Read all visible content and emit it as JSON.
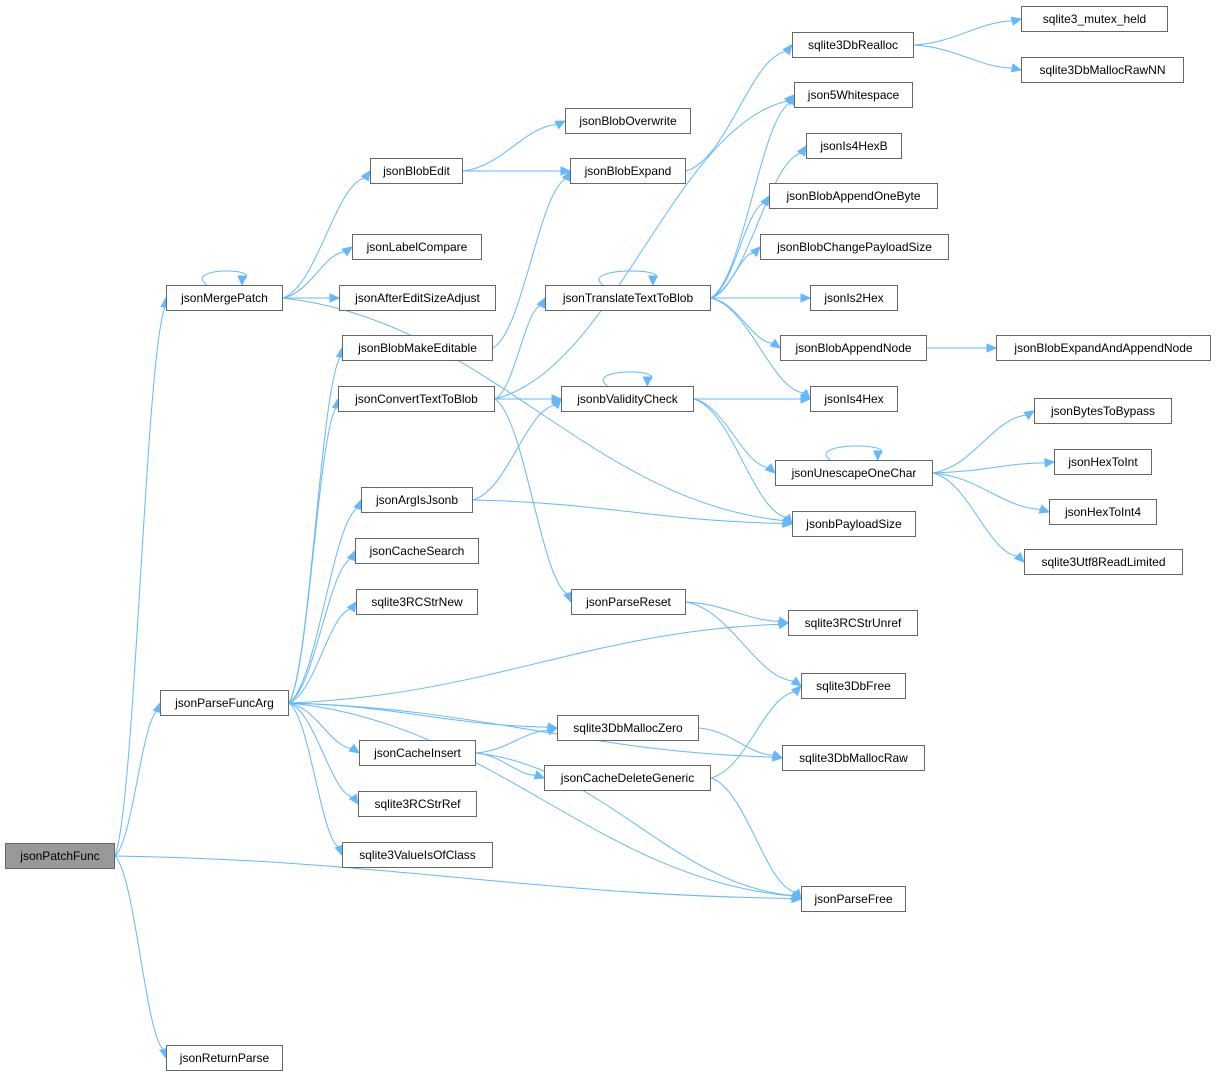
{
  "graph": {
    "root": "jsonPatchFunc",
    "edge_color": "#63b8ff",
    "root_fill": "#999999",
    "node_fill": "#ffffff",
    "node_border": "#666666",
    "nodes": [
      {
        "id": "jsonPatchFunc",
        "label": "jsonPatchFunc"
      },
      {
        "id": "jsonMergePatch",
        "label": "jsonMergePatch"
      },
      {
        "id": "jsonParseFuncArg",
        "label": "jsonParseFuncArg"
      },
      {
        "id": "jsonReturnParse",
        "label": "jsonReturnParse"
      },
      {
        "id": "jsonBlobEdit",
        "label": "jsonBlobEdit"
      },
      {
        "id": "jsonLabelCompare",
        "label": "jsonLabelCompare"
      },
      {
        "id": "jsonAfterEditSizeAdjust",
        "label": "jsonAfterEditSizeAdjust"
      },
      {
        "id": "jsonBlobMakeEditable",
        "label": "jsonBlobMakeEditable"
      },
      {
        "id": "jsonConvertTextToBlob",
        "label": "jsonConvertTextToBlob"
      },
      {
        "id": "jsonArgIsJsonb",
        "label": "jsonArgIsJsonb"
      },
      {
        "id": "jsonCacheSearch",
        "label": "jsonCacheSearch"
      },
      {
        "id": "sqlite3RCStrNew",
        "label": "sqlite3RCStrNew"
      },
      {
        "id": "jsonCacheInsert",
        "label": "jsonCacheInsert"
      },
      {
        "id": "sqlite3RCStrRef",
        "label": "sqlite3RCStrRef"
      },
      {
        "id": "sqlite3ValueIsOfClass",
        "label": "sqlite3ValueIsOfClass"
      },
      {
        "id": "jsonBlobOverwrite",
        "label": "jsonBlobOverwrite"
      },
      {
        "id": "jsonBlobExpand",
        "label": "jsonBlobExpand"
      },
      {
        "id": "jsonTranslateTextToBlob",
        "label": "jsonTranslateTextToBlob"
      },
      {
        "id": "jsonbValidityCheck",
        "label": "jsonbValidityCheck"
      },
      {
        "id": "jsonParseReset",
        "label": "jsonParseReset"
      },
      {
        "id": "sqlite3DbMallocZero",
        "label": "sqlite3DbMallocZero"
      },
      {
        "id": "jsonCacheDeleteGeneric",
        "label": "jsonCacheDeleteGeneric"
      },
      {
        "id": "sqlite3DbRealloc",
        "label": "sqlite3DbRealloc"
      },
      {
        "id": "json5Whitespace",
        "label": "json5Whitespace"
      },
      {
        "id": "jsonIs4HexB",
        "label": "jsonIs4HexB"
      },
      {
        "id": "jsonBlobAppendOneByte",
        "label": "jsonBlobAppendOneByte"
      },
      {
        "id": "jsonBlobChangePayloadSize",
        "label": "jsonBlobChangePayloadSize"
      },
      {
        "id": "jsonIs2Hex",
        "label": "jsonIs2Hex"
      },
      {
        "id": "jsonBlobAppendNode",
        "label": "jsonBlobAppendNode"
      },
      {
        "id": "jsonIs4Hex",
        "label": "jsonIs4Hex"
      },
      {
        "id": "jsonUnescapeOneChar",
        "label": "jsonUnescapeOneChar"
      },
      {
        "id": "jsonbPayloadSize",
        "label": "jsonbPayloadSize"
      },
      {
        "id": "sqlite3RCStrUnref",
        "label": "sqlite3RCStrUnref"
      },
      {
        "id": "sqlite3DbFree",
        "label": "sqlite3DbFree"
      },
      {
        "id": "sqlite3DbMallocRaw",
        "label": "sqlite3DbMallocRaw"
      },
      {
        "id": "jsonParseFree",
        "label": "jsonParseFree"
      },
      {
        "id": "sqlite3_mutex_held",
        "label": "sqlite3_mutex_held"
      },
      {
        "id": "sqlite3DbMallocRawNN",
        "label": "sqlite3DbMallocRawNN"
      },
      {
        "id": "jsonBlobExpandAndAppendNode",
        "label": "jsonBlobExpandAndAppendNode"
      },
      {
        "id": "jsonBytesToBypass",
        "label": "jsonBytesToBypass"
      },
      {
        "id": "jsonHexToInt",
        "label": "jsonHexToInt"
      },
      {
        "id": "jsonHexToInt4",
        "label": "jsonHexToInt4"
      },
      {
        "id": "sqlite3Utf8ReadLimited",
        "label": "sqlite3Utf8ReadLimited"
      }
    ],
    "edges": [
      [
        "jsonPatchFunc",
        "jsonMergePatch"
      ],
      [
        "jsonPatchFunc",
        "jsonParseFuncArg"
      ],
      [
        "jsonPatchFunc",
        "jsonParseFree"
      ],
      [
        "jsonPatchFunc",
        "jsonReturnParse"
      ],
      [
        "jsonMergePatch",
        "jsonMergePatch"
      ],
      [
        "jsonMergePatch",
        "jsonBlobEdit"
      ],
      [
        "jsonMergePatch",
        "jsonLabelCompare"
      ],
      [
        "jsonMergePatch",
        "jsonAfterEditSizeAdjust"
      ],
      [
        "jsonMergePatch",
        "jsonbPayloadSize"
      ],
      [
        "jsonBlobEdit",
        "jsonBlobOverwrite"
      ],
      [
        "jsonBlobEdit",
        "jsonBlobExpand"
      ],
      [
        "jsonBlobExpand",
        "sqlite3DbRealloc"
      ],
      [
        "sqlite3DbRealloc",
        "sqlite3_mutex_held"
      ],
      [
        "sqlite3DbRealloc",
        "sqlite3DbMallocRawNN"
      ],
      [
        "jsonBlobMakeEditable",
        "jsonBlobExpand"
      ],
      [
        "jsonParseFuncArg",
        "jsonBlobMakeEditable"
      ],
      [
        "jsonParseFuncArg",
        "jsonConvertTextToBlob"
      ],
      [
        "jsonParseFuncArg",
        "jsonArgIsJsonb"
      ],
      [
        "jsonParseFuncArg",
        "jsonCacheSearch"
      ],
      [
        "jsonParseFuncArg",
        "sqlite3RCStrNew"
      ],
      [
        "jsonParseFuncArg",
        "sqlite3RCStrUnref"
      ],
      [
        "jsonParseFuncArg",
        "sqlite3DbMallocZero"
      ],
      [
        "jsonParseFuncArg",
        "jsonCacheInsert"
      ],
      [
        "jsonParseFuncArg",
        "sqlite3RCStrRef"
      ],
      [
        "jsonParseFuncArg",
        "sqlite3ValueIsOfClass"
      ],
      [
        "jsonParseFuncArg",
        "sqlite3DbMallocRaw"
      ],
      [
        "jsonParseFuncArg",
        "jsonParseFree"
      ],
      [
        "jsonConvertTextToBlob",
        "json5Whitespace"
      ],
      [
        "jsonConvertTextToBlob",
        "jsonTranslateTextToBlob"
      ],
      [
        "jsonConvertTextToBlob",
        "jsonbValidityCheck"
      ],
      [
        "jsonConvertTextToBlob",
        "jsonParseReset"
      ],
      [
        "jsonTranslateTextToBlob",
        "jsonTranslateTextToBlob"
      ],
      [
        "jsonTranslateTextToBlob",
        "json5Whitespace"
      ],
      [
        "jsonTranslateTextToBlob",
        "jsonIs4HexB"
      ],
      [
        "jsonTranslateTextToBlob",
        "jsonBlobAppendOneByte"
      ],
      [
        "jsonTranslateTextToBlob",
        "jsonBlobChangePayloadSize"
      ],
      [
        "jsonTranslateTextToBlob",
        "jsonIs2Hex"
      ],
      [
        "jsonTranslateTextToBlob",
        "jsonBlobAppendNode"
      ],
      [
        "jsonTranslateTextToBlob",
        "jsonIs4Hex"
      ],
      [
        "jsonBlobAppendNode",
        "jsonBlobExpandAndAppendNode"
      ],
      [
        "jsonbValidityCheck",
        "jsonbValidityCheck"
      ],
      [
        "jsonbValidityCheck",
        "jsonIs4Hex"
      ],
      [
        "jsonbValidityCheck",
        "jsonUnescapeOneChar"
      ],
      [
        "jsonbValidityCheck",
        "jsonbPayloadSize"
      ],
      [
        "jsonUnescapeOneChar",
        "jsonUnescapeOneChar"
      ],
      [
        "jsonUnescapeOneChar",
        "jsonBytesToBypass"
      ],
      [
        "jsonUnescapeOneChar",
        "jsonHexToInt"
      ],
      [
        "jsonUnescapeOneChar",
        "jsonHexToInt4"
      ],
      [
        "jsonUnescapeOneChar",
        "sqlite3Utf8ReadLimited"
      ],
      [
        "jsonArgIsJsonb",
        "jsonbValidityCheck"
      ],
      [
        "jsonArgIsJsonb",
        "jsonbPayloadSize"
      ],
      [
        "jsonParseReset",
        "sqlite3RCStrUnref"
      ],
      [
        "jsonParseReset",
        "sqlite3DbFree"
      ],
      [
        "jsonCacheInsert",
        "sqlite3DbMallocZero"
      ],
      [
        "jsonCacheInsert",
        "jsonCacheDeleteGeneric"
      ],
      [
        "jsonCacheInsert",
        "jsonParseFree"
      ],
      [
        "sqlite3DbMallocZero",
        "sqlite3DbMallocRaw"
      ],
      [
        "jsonCacheDeleteGeneric",
        "sqlite3DbFree"
      ],
      [
        "jsonCacheDeleteGeneric",
        "jsonParseFree"
      ]
    ]
  }
}
